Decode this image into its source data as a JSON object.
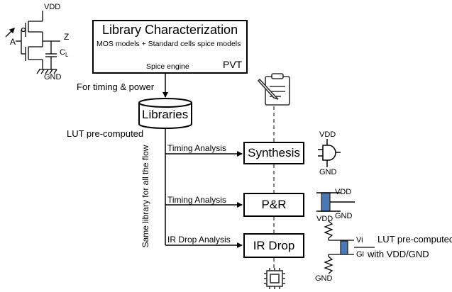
{
  "lib_char": {
    "title": "Library Characterization",
    "subtitle": "MOS models + Standard cells spice models",
    "engine": "Spice engine",
    "corner": "PVT"
  },
  "inverter": {
    "vdd": "VDD",
    "gnd": "GND",
    "input": "A",
    "output": "Z",
    "cap": "C",
    "cap_sub": "L"
  },
  "edge_timing_power": "For timing & power",
  "libraries": "Libraries",
  "lut_precomputed": "LUT pre-computed",
  "same_library": "Same library for all the flow",
  "stages": {
    "synthesis": {
      "label": "Synthesis",
      "edge": "Timing Analysis"
    },
    "pnr": {
      "label": "P&R",
      "edge": "Timing Analysis"
    },
    "irdrop": {
      "label": "IR Drop",
      "edge": "IR Drop Analysis"
    }
  },
  "gate": {
    "vdd": "VDD",
    "gnd": "GND"
  },
  "pnr_cell": {
    "vdd": "VDD",
    "gnd": "GND"
  },
  "ir_cell": {
    "vdd": "VDD",
    "gnd": "GND",
    "vi": "Vi",
    "gi": "Gi"
  },
  "lut_vddgnd": {
    "line1": "LUT pre-computed",
    "line2": "with VDD/GND"
  },
  "colors": {
    "cell_fill": "#4a78b5",
    "stroke": "#000000",
    "dash": "#555555"
  },
  "icons": [
    "clipboard-icon",
    "chip-icon",
    "and-gate-icon",
    "inverter-schematic-icon"
  ]
}
